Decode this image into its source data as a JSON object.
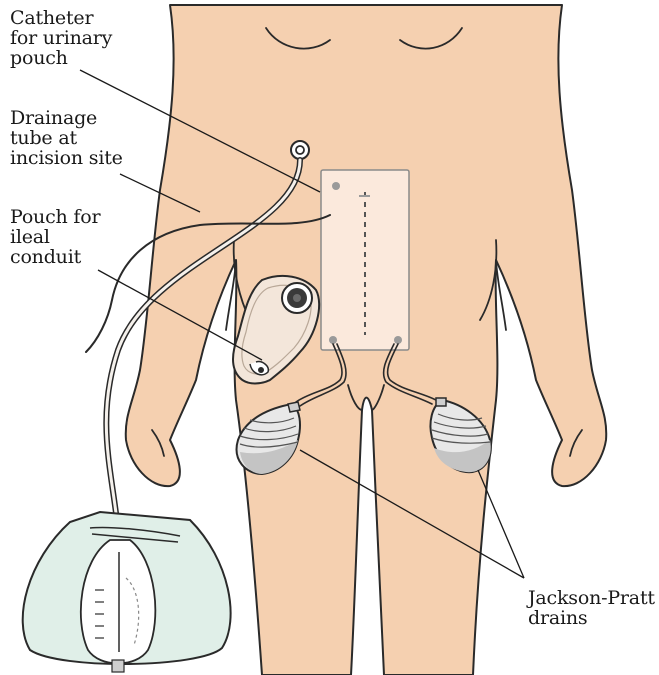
{
  "labels": {
    "catheter": {
      "lines": [
        "Catheter",
        "for urinary",
        "pouch"
      ]
    },
    "drainage": {
      "lines": [
        "Drainage",
        "tube at",
        "incision site"
      ]
    },
    "ileal": {
      "lines": [
        "Pouch for",
        "ileal",
        "conduit"
      ]
    },
    "jp": {
      "lines": [
        "Jackson-Pratt",
        "drains"
      ]
    }
  },
  "colors": {
    "skin": "#f5d0b0",
    "skin_outline": "#2a2a2a",
    "dressing": "#fbe9dc",
    "pouch": "#f3e6da",
    "bag": "#e0efe8",
    "bulb": "#e8e8e8",
    "line": "#1a1a1a"
  }
}
